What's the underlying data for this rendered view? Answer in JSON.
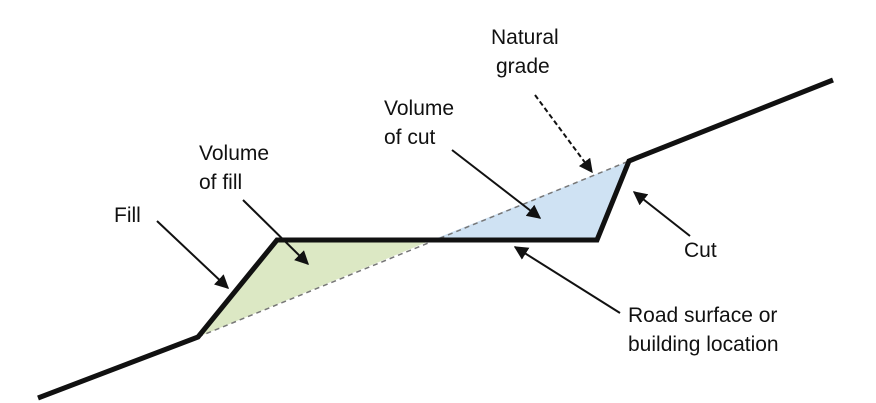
{
  "labels": {
    "natural_grade_line1": "Natural",
    "natural_grade_line2": "grade",
    "volume_of_cut_line1": "Volume",
    "volume_of_cut_line2": "of cut",
    "volume_of_fill_line1": "Volume",
    "volume_of_fill_line2": "of fill",
    "fill": "Fill",
    "cut": "Cut",
    "road_surface_line1": "Road surface or",
    "road_surface_line2": "building location"
  },
  "colors": {
    "fill_region": "#dce8c4",
    "cut_region": "#cfe2f3",
    "profile_line": "#111111",
    "natural_grade_line": "#777777"
  }
}
